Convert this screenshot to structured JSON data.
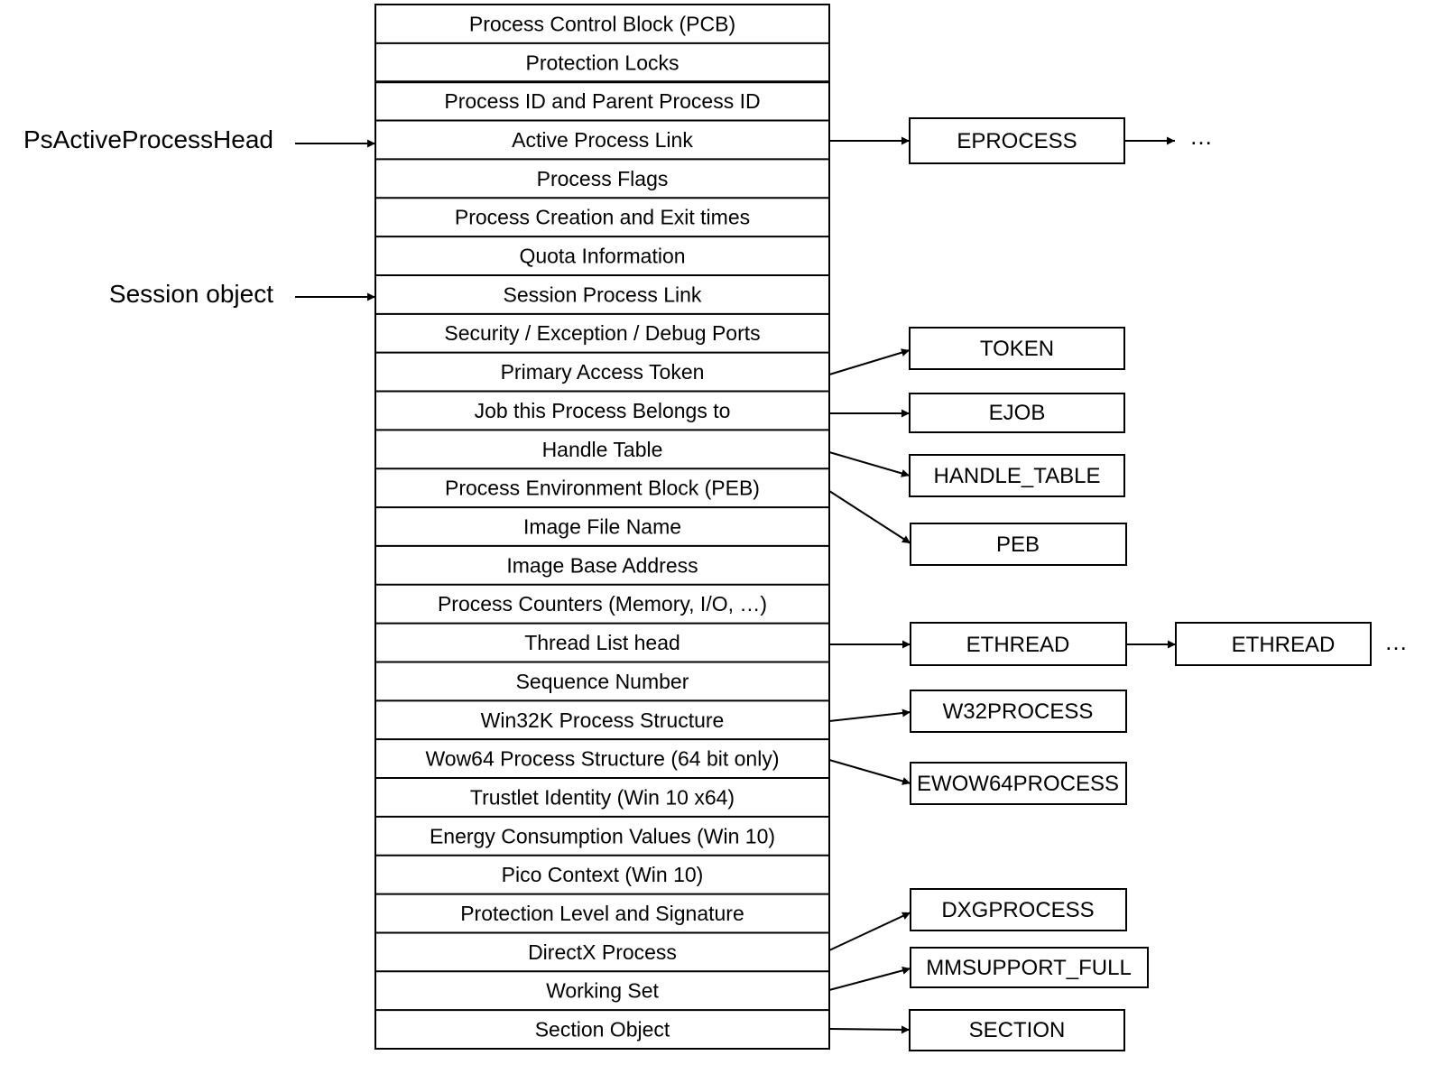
{
  "eprocess_fields": [
    "Process Control Block (PCB)",
    "Protection Locks",
    "Process ID and Parent Process ID",
    "Active Process Link",
    "Process Flags",
    "Process Creation and Exit times",
    "Quota Information",
    "Session Process Link",
    "Security / Exception / Debug Ports",
    "Primary Access Token",
    "Job this Process Belongs to",
    "Handle Table",
    "Process Environment Block (PEB)",
    "Image File Name",
    "Image Base Address",
    "Process Counters (Memory, I/O, …)",
    "Thread List head",
    "Sequence Number",
    "Win32K Process Structure",
    "Wow64 Process Structure (64 bit only)",
    "Trustlet Identity (Win 10 x64)",
    "Energy Consumption Values (Win 10)",
    "Pico Context (Win 10)",
    "Protection Level and Signature",
    "DirectX Process",
    "Working Set",
    "Section Object"
  ],
  "left_pointers": [
    {
      "label": "PsActiveProcessHead",
      "target_field": 3
    },
    {
      "label": "Session object",
      "target_field": 7
    }
  ],
  "linked_structures": [
    {
      "id": "eprocess",
      "label": "EPROCESS",
      "from_field": 3,
      "next": "…"
    },
    {
      "id": "token",
      "label": "TOKEN",
      "from_field": 9
    },
    {
      "id": "ejob",
      "label": "EJOB",
      "from_field": 10
    },
    {
      "id": "handle-table",
      "label": "HANDLE_TABLE",
      "from_field": 11
    },
    {
      "id": "peb",
      "label": "PEB",
      "from_field": 12
    },
    {
      "id": "ethread",
      "label": "ETHREAD",
      "from_field": 16
    },
    {
      "id": "w32process",
      "label": "W32PROCESS",
      "from_field": 18
    },
    {
      "id": "ewow64process",
      "label": "EWOW64PROCESS",
      "from_field": 19
    },
    {
      "id": "dxgprocess",
      "label": "DXGPROCESS",
      "from_field": 24
    },
    {
      "id": "mmsupport-full",
      "label": "MMSUPPORT_FULL",
      "from_field": 25
    },
    {
      "id": "section",
      "label": "SECTION",
      "from_field": 26
    }
  ],
  "thread_chain": {
    "label": "ETHREAD",
    "next": "…"
  }
}
